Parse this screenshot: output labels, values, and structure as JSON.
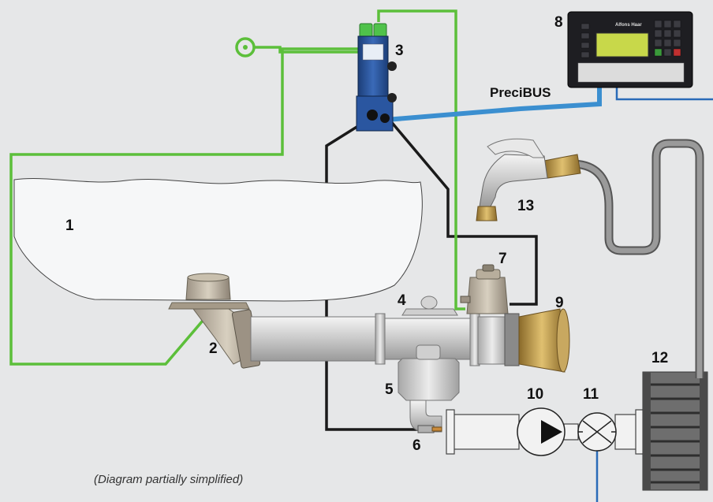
{
  "labels": {
    "tank": "1",
    "foot_valve": "2",
    "valve_block": "3",
    "air_separator": "4",
    "meter": "5",
    "temp_sensor": "6",
    "control_valve": "7",
    "controller": "8",
    "coupling": "9",
    "pump": "10",
    "flow_meter": "11",
    "hose_reel": "12",
    "nozzle": "13"
  },
  "bus_label": "PreciBUS",
  "note": "(Diagram partially simplified)",
  "controller_brand": "Alfons Haar",
  "colors": {
    "background": "#e6e7e8",
    "pneumatic_line": "#5cbf3a",
    "signal_line": "#1a1a1a",
    "bus_line": "#3b8fd0",
    "electric_line": "#2a6bb8"
  }
}
